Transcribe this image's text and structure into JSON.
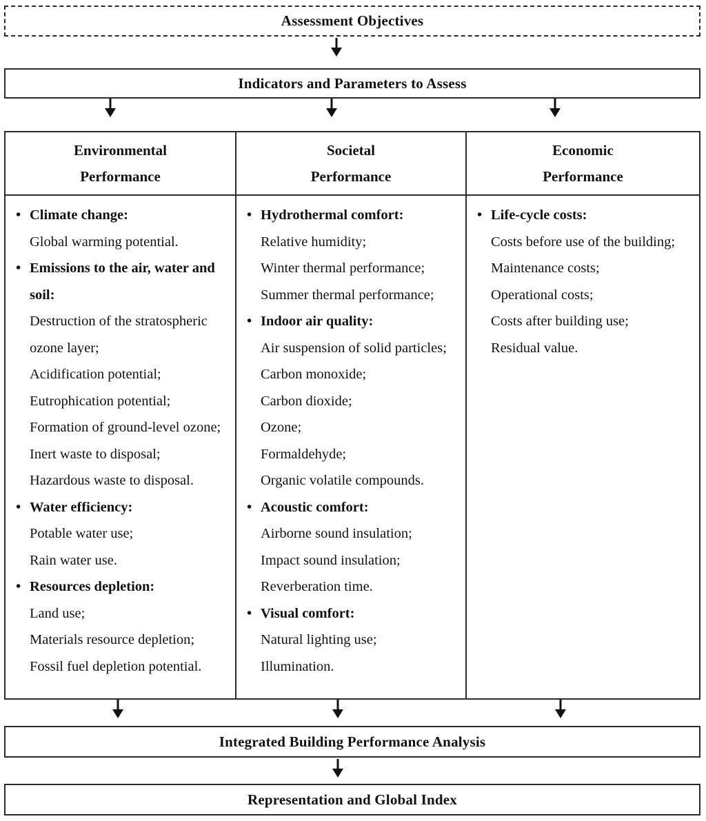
{
  "flow": {
    "assessment_objectives": "Assessment Objectives",
    "indicators": "Indicators and Parameters to Assess",
    "integrated_analysis": "Integrated Building Performance Analysis",
    "representation": "Representation and Global Index"
  },
  "columns": [
    {
      "header_line1": "Environmental",
      "header_line2": "Performance",
      "items": [
        {
          "title": "Climate change:",
          "details": [
            "Global warming potential."
          ]
        },
        {
          "title": "Emissions to the air, water and soil:",
          "details": [
            "Destruction of the stratospheric ozone layer;",
            "Acidification potential;",
            "Eutrophication potential;",
            "Formation of ground-level ozone;",
            "Inert waste to disposal;",
            "Hazardous waste to disposal."
          ]
        },
        {
          "title": "Water efficiency:",
          "details": [
            "Potable water use;",
            "Rain water use."
          ]
        },
        {
          "title": "Resources depletion:",
          "details": [
            "Land use;",
            "Materials resource depletion;",
            "Fossil fuel depletion potential."
          ]
        }
      ]
    },
    {
      "header_line1": "Societal",
      "header_line2": "Performance",
      "items": [
        {
          "title": "Hydrothermal comfort:",
          "details": [
            "Relative humidity;",
            "Winter thermal performance;",
            "Summer thermal performance;"
          ]
        },
        {
          "title": "Indoor air quality:",
          "details": [
            "Air suspension of solid particles;",
            "Carbon monoxide;",
            "Carbon dioxide;",
            "Ozone;",
            "Formaldehyde;",
            "Organic volatile compounds."
          ]
        },
        {
          "title": "Acoustic comfort:",
          "details": [
            "Airborne sound insulation;",
            "Impact sound insulation;",
            "Reverberation time."
          ]
        },
        {
          "title": "Visual comfort:",
          "details": [
            "Natural lighting use;",
            "Illumination."
          ]
        }
      ]
    },
    {
      "header_line1": "Economic",
      "header_line2": "Performance",
      "items": [
        {
          "title": "Life-cycle costs:",
          "details": [
            "Costs before use of the building;",
            "Maintenance costs;",
            "Operational costs;",
            "Costs after building use;",
            "Residual value."
          ]
        }
      ]
    }
  ],
  "icons": {
    "bullet": "•",
    "arrow": "arrow-down"
  },
  "colors": {
    "ink": "#111111",
    "border": "#2a2a2a",
    "background": "#ffffff"
  }
}
